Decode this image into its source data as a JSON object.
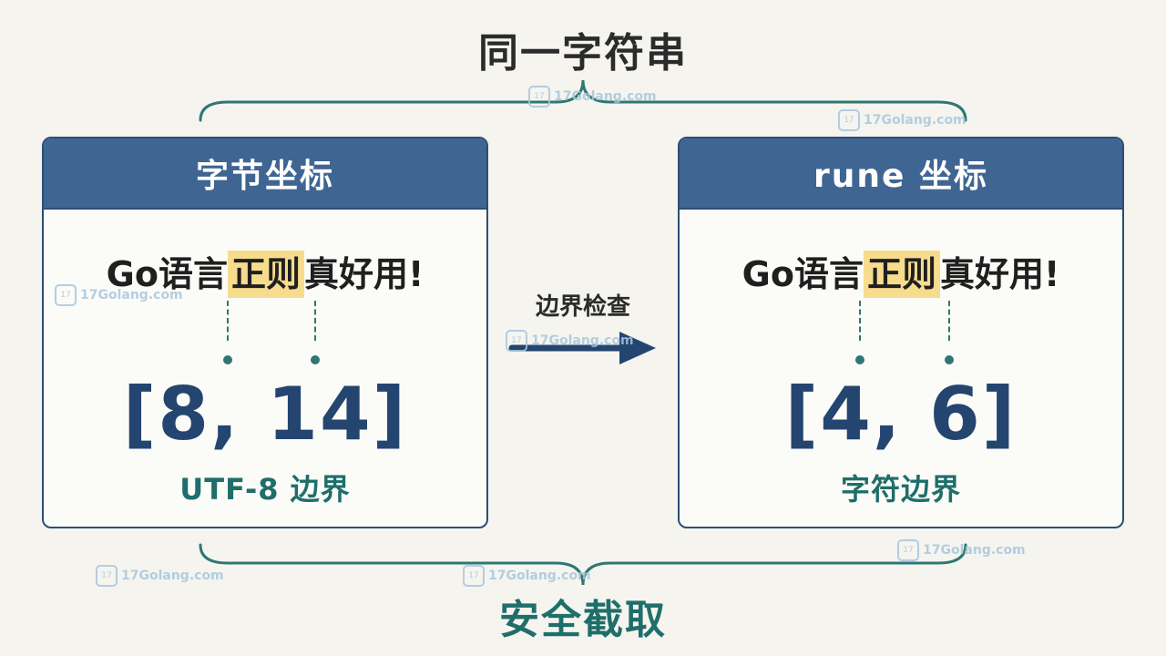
{
  "top_label": "同一字符串",
  "bottom_label": "安全截取",
  "arrow_label": "边界检查",
  "left_panel": {
    "header": "字节坐标",
    "sentence_before": "Go语言",
    "sentence_highlight": "正则",
    "sentence_after": "真好用!",
    "range": "[8, 14]",
    "caption": "UTF-8 边界"
  },
  "right_panel": {
    "header": "rune 坐标",
    "sentence_before": "Go语言",
    "sentence_highlight": "正则",
    "sentence_after": "真好用!",
    "range": "[4, 6]",
    "caption": "字符边界"
  },
  "watermark": "17Golang.com",
  "colors": {
    "header_bg": "#3f6592",
    "panel_border": "#2e4d75",
    "accent_teal": "#1f6e6a",
    "highlight": "#f6dc8c",
    "range_text": "#24456f"
  }
}
